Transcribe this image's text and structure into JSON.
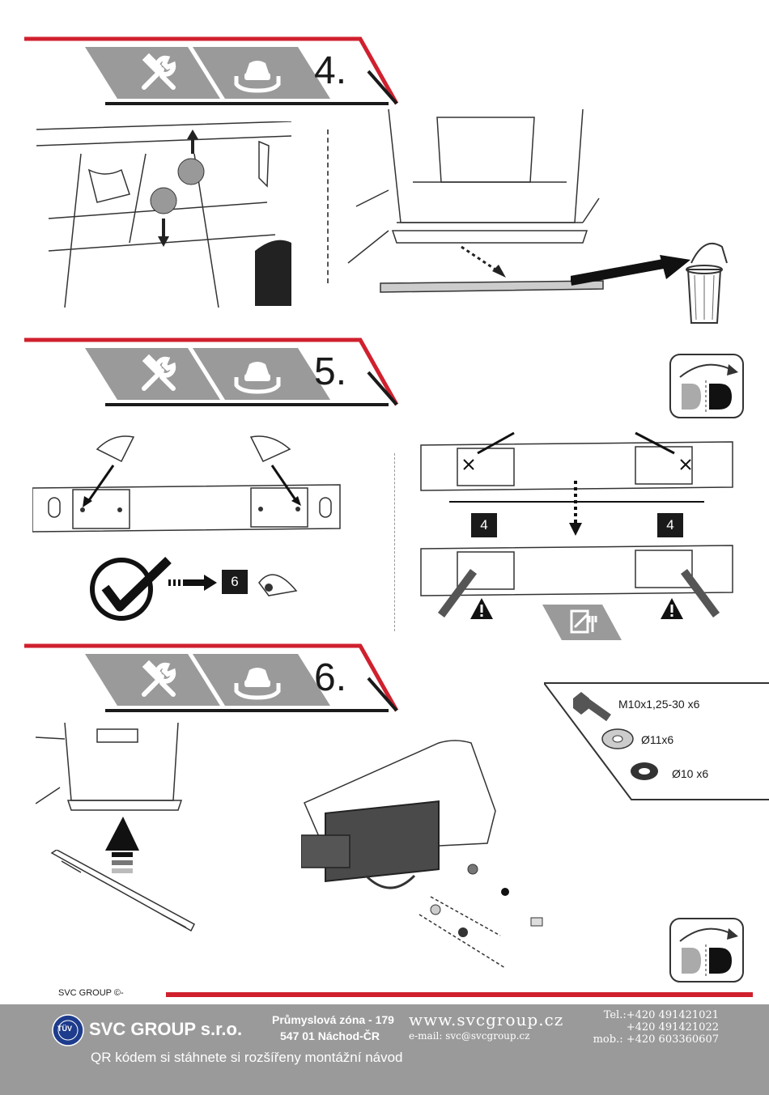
{
  "steps": {
    "step4": {
      "number": "4."
    },
    "step5": {
      "number": "5."
    },
    "step6": {
      "number": "6."
    }
  },
  "step5": {
    "goto_badge": "6",
    "torque_badge_left": "4",
    "torque_badge_right": "4"
  },
  "parts": {
    "bolt": "M10x1,25-30 x6",
    "washer": "Ø11x6",
    "spring_washer": "Ø10 x6"
  },
  "copyright": "SVC GROUP ©-",
  "footer": {
    "company": "SVC GROUP s.r.o.",
    "address_line1": "Průmyslová zóna - 179",
    "address_line2": "547 01 Náchod-ČR",
    "website": "www.svcgroup.cz",
    "email": "e-mail: svc@svcgroup.cz",
    "tel1": "Tel.:+420 491421021",
    "tel2": "+420 491421022",
    "mobile": "mob.: +420 603360607",
    "qr_text": "QR kódem si stáhnete si rozšířeny montážní návod",
    "tuv_logo_text": "TÜV"
  },
  "colors": {
    "accent_red": "#d0202e",
    "banner_gray": "#9a9a9a",
    "line_dark": "#1a1a1a"
  },
  "icons": [
    "wrench-screwdriver-icon",
    "car-lift-icon",
    "eye-icon",
    "checkmark-icon",
    "trash-bin-icon",
    "warning-icon",
    "rotate-view-icon",
    "manual-book-icon"
  ]
}
